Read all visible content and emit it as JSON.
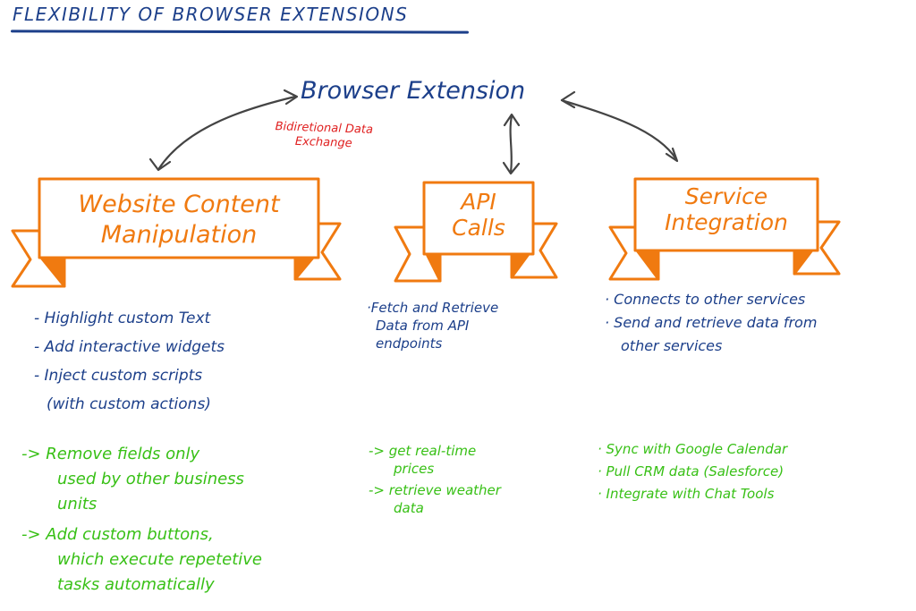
{
  "title": "FLEXIBILITY OF BROWSER EXTENSIONS",
  "hub": "Browser Extension",
  "bidirectional_label": [
    "Bidiretional Data",
    "Exchange"
  ],
  "columns": [
    {
      "title_lines": [
        "Website Content",
        "Manipulation"
      ],
      "blue_items": [
        "- Highlight custom Text",
        "- Add interactive widgets",
        "- Inject custom scripts\n(with custom actions)"
      ],
      "green_items": [
        "-> Remove fields only\nused by other business\nunits",
        "-> Add custom buttons,\nwhich execute repetetive\ntasks automatically"
      ]
    },
    {
      "title_lines": [
        "API",
        "Calls"
      ],
      "blue_items": [
        "·Fetch and Retrieve\nData from API\nendpoints"
      ],
      "green_items": [
        "-> get real-time\nprices",
        "-> retrieve weather\ndata"
      ]
    },
    {
      "title_lines": [
        "Service",
        "Integration"
      ],
      "blue_items": [
        "· Connects to other services",
        "· Send and retrieve data from\nother services"
      ],
      "green_items": [
        "· Sync with Google Calendar",
        "· Pull CRM data (Salesforce)",
        "· Integrate with Chat Tools"
      ]
    }
  ],
  "colors": {
    "title": "#1c3f8a",
    "banner": "#f07a10",
    "bidirectional": "#e02020",
    "notes": "#38c016",
    "arrows": "#444444"
  }
}
